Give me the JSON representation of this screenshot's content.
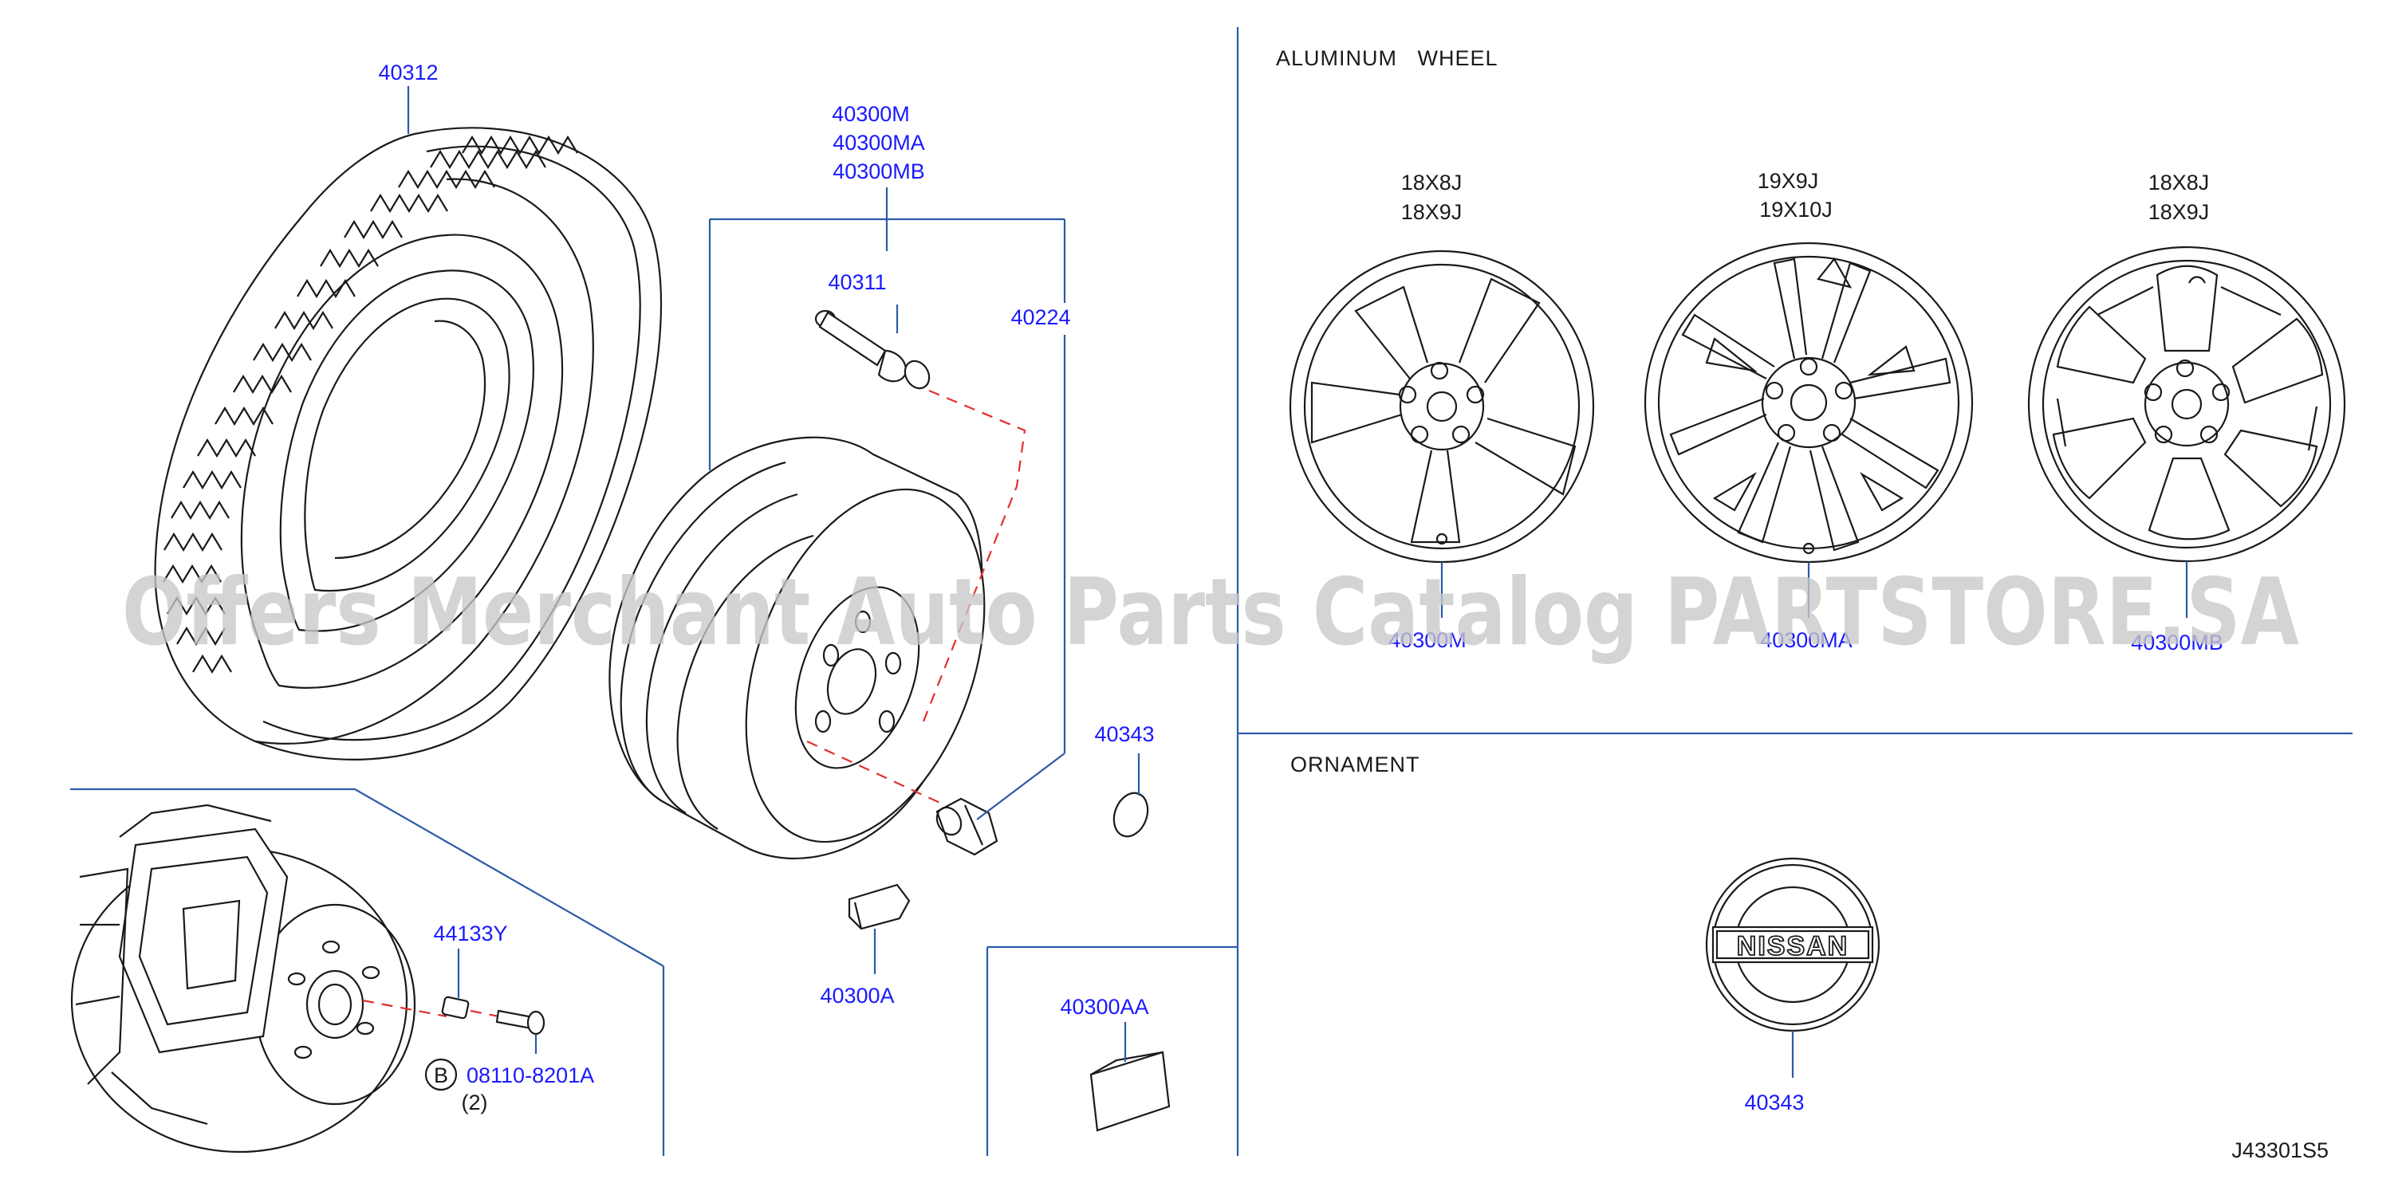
{
  "sections": {
    "aluminum_wheel": "ALUMINUM   WHEEL",
    "ornament": "ORNAMENT"
  },
  "parts": {
    "tire": "40312",
    "wheel_m": "40300M",
    "wheel_ma": "40300MA",
    "wheel_mb": "40300MB",
    "valve": "40311",
    "nut": "40224",
    "cap_small": "40343",
    "balance_weight": "40300A",
    "sensor": "40300AA",
    "hub_bolt": "44133Y",
    "bolt_code": "08110-8201A",
    "bolt_qty": "(2)",
    "bolt_symbol": "B",
    "cap_center": "40343",
    "wheel1_ref": "40300M",
    "wheel2_ref": "40300MA",
    "wheel3_ref": "40300MB"
  },
  "sizes": {
    "wheel1_a": "18X8J",
    "wheel1_b": "18X9J",
    "wheel2_a": "19X9J",
    "wheel2_b": "19X10J",
    "wheel3_a": "18X8J",
    "wheel3_b": "18X9J"
  },
  "emblem_text": "NISSAN",
  "diagram_code": "J43301S5",
  "watermark": "Offers Merchant Auto Parts Catalog PARTSTORE.SA",
  "colors": {
    "part_number": "#1a1aff",
    "leader_line": "#2a5ba8",
    "dashed_line": "#e23030",
    "watermark": "#c8c8c8"
  }
}
